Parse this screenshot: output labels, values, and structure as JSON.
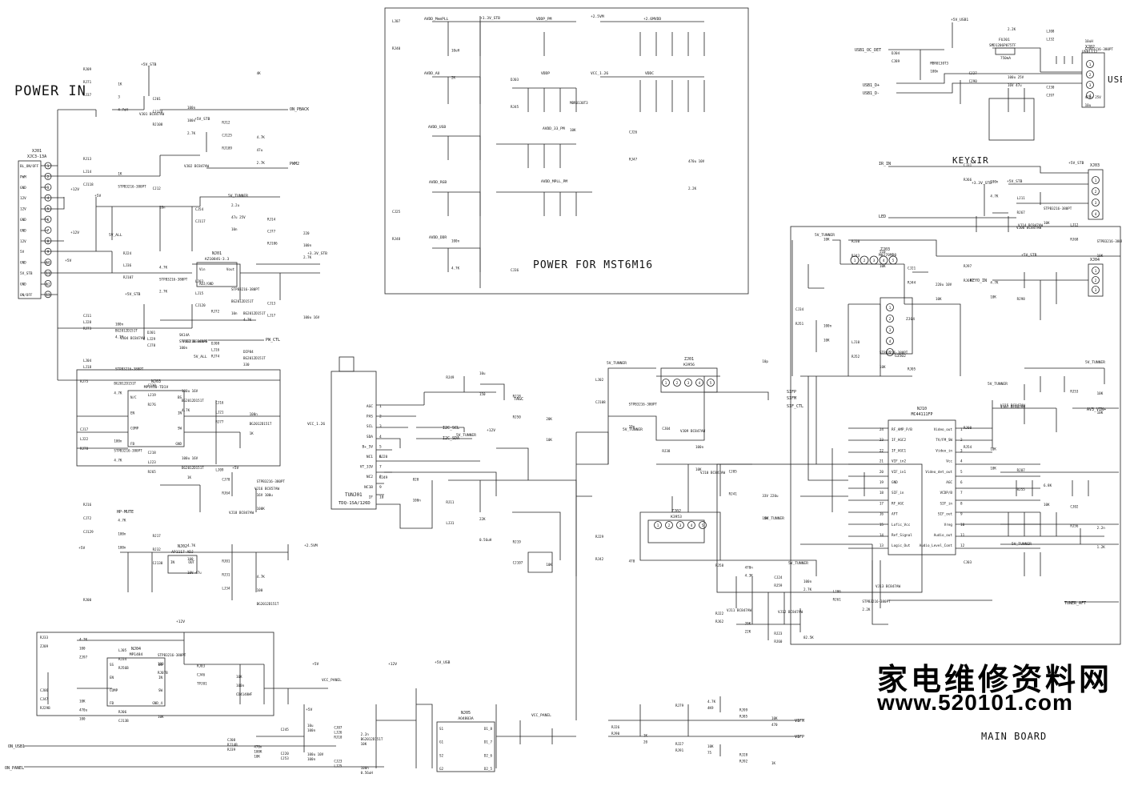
{
  "titles": {
    "power_in": "POWER IN",
    "power_mst": "POWER FOR MST6M16",
    "usb": "USB",
    "key_ir": "KEY&IR",
    "main_board": "MAIN BOARD"
  },
  "watermark": {
    "chinese": "家电维修资料网",
    "url": "www.520101.com"
  },
  "connector_xj01": {
    "name": "XJ01",
    "part": "XJC3-13A",
    "pins": [
      "BL_ON/OFF",
      "PWM",
      "GND",
      "12V",
      "12V",
      "GND",
      "GND",
      "12V",
      "5V",
      "GND",
      "5V_STB",
      "GND",
      "ON/OFF"
    ]
  },
  "ports": {
    "on_pback": "ON_PBACK",
    "pwm2": "PWM2",
    "pw_ctl": "PW_CTL",
    "hp_mute": "HP-MUTE",
    "on_usb1": "ON_USB1",
    "on_panel": "ON_PANEL",
    "vifm": "VIFM",
    "vifp": "VIFP",
    "sifp": "SIFP",
    "sifm": "SIFM",
    "sif_ctl": "SIF_CTL",
    "tagc": "TAGC",
    "ir_in": "IR_IN",
    "led": "LED",
    "keyo_in": "KEYO_IN",
    "usb1_oc_det": "USB1_OC_DET",
    "usb1_dp": "USB1_D+",
    "usb1_dm": "USB1_D-",
    "av3_vin": "AV3_VIN+",
    "tuner_aft": "TUNER_AFT",
    "i2c_scl": "I2C_SCL",
    "i2c_sda": "I2C_SDA"
  },
  "rails": {
    "v5_stb": "+5V_STB",
    "v12": "+12V",
    "v5": "+5V",
    "v5_all": "5V_ALL",
    "v5_tunner": "5V_TUNNER",
    "v33_stb": "+3.3V_STB",
    "v12_vcc": "VCC_1.26",
    "v25": "+2.5VM",
    "v13": "+1.3V_STB",
    "vcc_panel": "VCC_PANEL",
    "v5_usb": "+5V_USB",
    "v5_usb1": "+5V_USB1"
  },
  "power_rails_mst": [
    "AVDD_MemPLL",
    "AVDD_AU",
    "AVDD_USB",
    "AVDD_RGB",
    "AVDD_DDR",
    "VDDP_PM",
    "VDDP",
    "AVDD_33_PM",
    "AVDD_MPLL_PM",
    "VDDC",
    "+2.6MVDD",
    "VCC_1.26"
  ],
  "ics": {
    "nj01": {
      "name": "NJ01",
      "part": "AZ1084S-3.3",
      "pins": [
        "Vin",
        "Vout",
        "ADJ/GND"
      ]
    },
    "nj03": {
      "name": "NJ03",
      "part": "MP1410-TD1V",
      "pins": [
        "N/C",
        "BS",
        "EN",
        "IN",
        "COMP",
        "SW",
        "FB",
        "GND"
      ]
    },
    "nj02": {
      "name": "NJ02",
      "part": "AP1117-ADJ",
      "pins": [
        "IN",
        "OUT"
      ]
    },
    "nj04": {
      "name": "NJ04",
      "part": "MP1484",
      "pins": [
        "SS",
        "BS",
        "EN",
        "IN",
        "COMP",
        "SW",
        "FB",
        "GND_4"
      ]
    },
    "nj05": {
      "name": "NJ05",
      "part": "AO4803A",
      "pins": [
        "S1",
        "G1",
        "S2",
        "G2",
        "D1_8",
        "D1_7",
        "D2_6",
        "D2_5"
      ]
    },
    "tuner": {
      "name": "TUNJ01",
      "part": "TDQ-1SA/126D",
      "pins": [
        "AGC",
        "PAS",
        "SCL",
        "SDA",
        "B+_5V",
        "NC1",
        "VT_33V",
        "NC2",
        "NC1B",
        "IF"
      ]
    },
    "nj10": {
      "name": "NJ10",
      "part": "MC44111FP",
      "pins_left": [
        "RF_AMP_P/B",
        "IF_AGC2",
        "IF_AGC1",
        "VIF_in2",
        "VIF_in1",
        "GND",
        "SIF_in",
        "RF_AGC",
        "AFT",
        "Lofic_Vcc",
        "Ref_Signal",
        "Logic_Out"
      ],
      "pins_right": [
        "Video_out",
        "TV/FM_SW",
        "Video_in",
        "Vcc",
        "Video_det_out",
        "AGC",
        "VCDP/B",
        "SIF_in",
        "SIF_out",
        "Vreg",
        "Audio_out",
        "Audio_Level_Cont"
      ],
      "pin_numbers_left": [
        "24",
        "23",
        "22",
        "21",
        "20",
        "19",
        "18",
        "17",
        "16",
        "15",
        "14",
        "13"
      ],
      "pin_numbers_right": [
        "1",
        "2",
        "3",
        "4",
        "5",
        "6",
        "7",
        "8",
        "9",
        "10",
        "11",
        "12"
      ]
    },
    "zj01": {
      "name": "ZJ01",
      "part": "K3956"
    },
    "zj02": {
      "name": "ZJ02",
      "part": "K3953"
    },
    "zj03": {
      "name": "ZJ03",
      "part": "M0270MD0"
    },
    "zj04": {
      "name": "ZJ04",
      "part": "G3502"
    }
  },
  "usb_connector": {
    "name": "XJ02",
    "part": "USB1112",
    "pins": [
      "1",
      "2",
      "3",
      "4"
    ],
    "fuse": "FUJ01",
    "fuse_part": "SMD1206P075TF",
    "fuse_rating": "750mA"
  },
  "key_connector": {
    "name": "XJ03",
    "pins": [
      "1",
      "2",
      "3",
      "4"
    ]
  },
  "key2_connector": {
    "name": "XJ04",
    "pins": [
      "1",
      "2",
      "3"
    ]
  },
  "transistors": [
    "VJ01 BC847AW",
    "VJ02 BC847AW",
    "VJ04 BC847AW",
    "VJ17 BC847AW",
    "VJ16 BC857AW",
    "VJ18 BC847AW",
    "VJ14 BC847AW",
    "VJ15 BC847AW",
    "VJ13 BC847AW",
    "VJ09 BC847AW",
    "VJ10 BC847AW",
    "VJ11 BC847AW",
    "VJ12 BC847AW",
    "VJ06 BC847AW",
    "VJ07 BC847AW"
  ],
  "component_labels": [
    "RJ09",
    "1K",
    "CJ01",
    "100n",
    "RJ12",
    "4.7K",
    "RJ13",
    "1K",
    "CJ12",
    "2.2u",
    "RJ14",
    "220",
    "RJ24",
    "4.7K",
    "LJ03",
    "STPB3216-380PT",
    "CJ13",
    "100u 16V",
    "CJ11",
    "100n",
    "DJ01",
    "SK14A",
    "DJ08",
    "DIP84",
    "LJ04",
    "STPB3216-380PT",
    "CJ10",
    "100u 16V",
    "CJ16",
    "100n",
    "CJ17",
    "100n",
    "CJ18",
    "100u 16V",
    "LJ09",
    "STPB3216-380PT",
    "RJ16",
    "4.7K",
    "RJ17",
    "4.7K",
    "RJ01",
    "4.7K",
    "RJ00",
    "4.7K",
    "LJ05",
    "STPB3216-380PT",
    "RJ03",
    "10K",
    "CJ06",
    "10K",
    "RJ06",
    "10K",
    "CJ07",
    "2.2n",
    "CJ08",
    "470n",
    "CJ20",
    "100u 10V",
    "CJ23",
    "100n",
    "LJ07",
    "10uH",
    "DJ03",
    "MBR0130T3",
    "CJ26",
    "470u 10V",
    "CJ25",
    "100n",
    "CJ36",
    "10u",
    "RJ18",
    "20K",
    "RJ20",
    "820",
    "RJ11",
    "22K",
    "RJ19",
    "10K",
    "LJ02",
    "STPB3216-380PT",
    "CJ04",
    "100n",
    "CJ05",
    "33V 220u",
    "RJ29",
    "470",
    "RJ30",
    "510",
    "CJ21",
    "220u 10V",
    "CJ34",
    "100n",
    "LJ10",
    "STPB3216-380PT",
    "RJ05",
    "10K",
    "RJ08",
    "10K",
    "RJ07",
    "6.8K",
    "CJ02",
    "2.2n",
    "CJ03",
    "470n",
    "CJ24",
    "100n",
    "LJ06",
    "STPB3216-380PT",
    "RJ22",
    "20K",
    "RJ23",
    "82.5K",
    "LJ08",
    "10uH",
    "DJ04",
    "MBR0130T3",
    "CJ27",
    "100u 25V",
    "CJ30",
    "470u 25V",
    "CJ31",
    "100n",
    "LJ11",
    "STPB3216-380PT",
    "LJ12",
    "STPB3216-380PT",
    "RJ97",
    "4.7K",
    "RJ98",
    "4.7K",
    "RJ99",
    "10K",
    "RJ26",
    "1K",
    "RJ27",
    "10K",
    "RJ28",
    "1K",
    "RJ71",
    "3",
    "CJ124",
    "100n",
    "CJ125",
    "47u",
    "LJ14",
    "STPB3216-380PT",
    "CJ54",
    "47u 25V",
    "CJ77",
    "100n",
    "LJ36",
    "STPB3216-380PT",
    "LJ15",
    "BG2012D151T",
    "LJ17",
    "BG2012D151T",
    "LJ28",
    "BG2012D151T",
    "LJ29",
    "STPB3216-380PT",
    "LJ16",
    "BG2012D151T",
    "LJ18",
    "BG2012D151T",
    "LJ19",
    "BG2012D151T",
    "LJ21",
    "BG2012D151T",
    "LJ22",
    "STPB3216-380PT",
    "LJ23",
    "BG2012D151T",
    "CJ70",
    "16V 100u",
    "CJ72",
    "100n",
    "RJ32",
    "100",
    "RJ31",
    "100",
    "RJ33",
    "100",
    "RJ34",
    "100",
    "CJ46",
    "100n",
    "CJ47",
    "470u",
    "CJ13B",
    "10u",
    "LJ26",
    "BG2012D151T",
    "RJ14B",
    "100K",
    "CJ53",
    "100n",
    "LJ25",
    "0.56uH",
    "RJ40",
    "2K",
    "RJ45",
    "10K",
    "RJ47",
    "2.2K",
    "RJ48",
    "4.7K",
    "RJ49",
    "150",
    "RJ50",
    "10K",
    "CJ49",
    "100n",
    "LJ31",
    "0.56uH",
    "CJ107",
    "10p",
    "CJ108",
    "10p",
    "RJ38",
    "10K",
    "RJ41",
    "10K",
    "RJ42",
    "10K",
    "RJ43",
    "10K",
    "RJ44",
    "10K",
    "RJ51",
    "10K",
    "RJ52",
    "10K",
    "RJ53",
    "10K",
    "RJ54",
    "10K",
    "RJ55",
    "10K",
    "RJ56",
    "1.2K",
    "RJ58",
    "4.3K",
    "RJ59",
    "2.7K",
    "RJ61",
    "2.2K",
    "RJ62",
    "22K",
    "RJ60",
    "2.2K",
    "LJ32",
    "STPB3216-380PT",
    "CJ89",
    "100n",
    "CJ90",
    "16V 47u",
    "CJ97",
    "10u",
    "RJ66",
    "4.7K",
    "RJ67",
    "10K",
    "RJ68",
    "10K",
    "RJ69",
    "10K",
    "RJ79",
    "4K9",
    "RJ85",
    "470",
    "RJ90",
    "20",
    "RJ91",
    "75",
    "RJ92",
    "4K",
    "LJ37",
    "4.7uH",
    "RJ108",
    "2.7K",
    "RJ109",
    "2.7K",
    "CJ118",
    "10n",
    "CJ117",
    "10n",
    "RJ106",
    "2.7K",
    "RJ107",
    "2.7K",
    "CJ120",
    "10n",
    "RJ72",
    "4.7K",
    "RJ73",
    "4.7K",
    "CJ78",
    "100n",
    "RJ74",
    "330",
    "RJ75",
    "4.7K",
    "RJ76",
    "4.7K",
    "RJ77",
    "1K",
    "RJ78",
    "4.7K",
    "RJ65",
    "1K",
    "RJ64",
    "100K",
    "CJ129",
    "100n",
    "CJ130",
    "10V 47u",
    "LJ34",
    "BG2012D151T",
    "ZJ09",
    "ZJ97",
    "RJ56B",
    "RJ07B",
    "TPJ01",
    "CD4148WF",
    "RJ29B",
    "100",
    "CJ45",
    "100n",
    "RJ10",
    "10K",
    "RJ39",
    "10K"
  ]
}
